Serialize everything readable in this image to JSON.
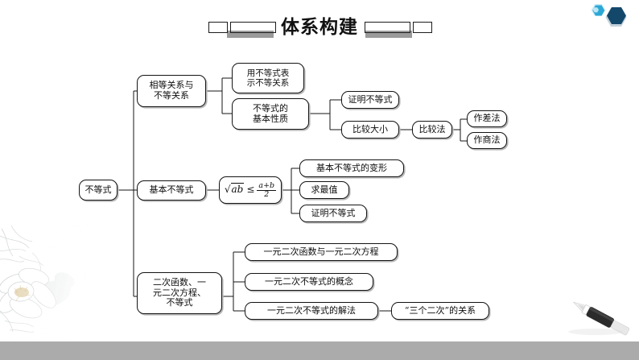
{
  "page": {
    "title": "体系构建",
    "accent_dark": "#13486b",
    "accent_light": "#2aa6d4",
    "line_color": "#141414",
    "bottom_bar_color": "#ababab"
  },
  "logo": {
    "name": "hexagon-logo",
    "hex_light": "#2ba8d6",
    "hex_dark": "#13486b"
  },
  "mindmap": {
    "root": "不等式",
    "branches": [
      {
        "label": "相等关系与\n不等关系",
        "line1": "相等关系与",
        "line2": "不等关系",
        "children": [
          {
            "line1": "用不等式表",
            "line2": "示不等关系",
            "children": []
          },
          {
            "line1": "不等式的",
            "line2": "基本性质",
            "children": [
              {
                "label": "证明不等式",
                "children": []
              },
              {
                "label": "比较大小",
                "children": [
                  {
                    "label": "比较法",
                    "children": [
                      {
                        "label": "作差法"
                      },
                      {
                        "label": "作商法"
                      }
                    ]
                  }
                ]
              }
            ]
          }
        ]
      },
      {
        "label": "基本不等式",
        "formula": {
          "radicand": "ab",
          "relation": "≤",
          "numerator": "a+b",
          "denominator": "2",
          "plain": "√ab ≤ (a+b)/2"
        },
        "children": [
          {
            "label": "基本不等式的变形"
          },
          {
            "label": "求最值"
          },
          {
            "label": "证明不等式"
          }
        ]
      },
      {
        "line1": "二次函数、一",
        "line2": "元二次方程、",
        "line3": "不等式",
        "children": [
          {
            "label": "一元二次函数与一元二次方程"
          },
          {
            "label": "一元二次不等式的概念"
          },
          {
            "label": "一元二次不等式的解法",
            "children": [
              {
                "label": "“三个二次”的关系"
              }
            ]
          }
        ]
      }
    ]
  },
  "decor": {
    "flower": "magnolia-watercolor",
    "pen": "fountain-pen"
  }
}
